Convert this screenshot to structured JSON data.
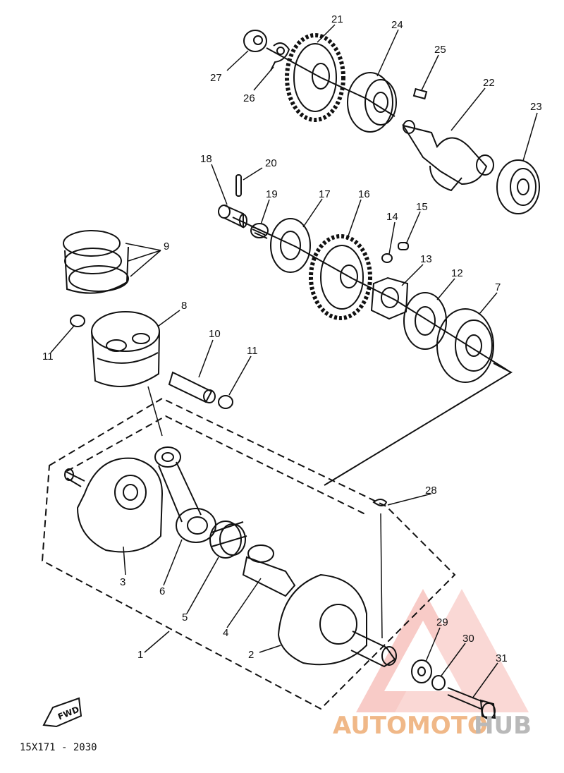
{
  "callouts": [
    {
      "id": "1",
      "text": "1"
    },
    {
      "id": "2",
      "text": "2"
    },
    {
      "id": "3",
      "text": "3"
    },
    {
      "id": "4",
      "text": "4"
    },
    {
      "id": "5",
      "text": "5"
    },
    {
      "id": "6",
      "text": "6"
    },
    {
      "id": "7",
      "text": "7"
    },
    {
      "id": "8",
      "text": "8"
    },
    {
      "id": "9",
      "text": "9"
    },
    {
      "id": "10",
      "text": "10"
    },
    {
      "id": "11a",
      "text": "11"
    },
    {
      "id": "11b",
      "text": "11"
    },
    {
      "id": "12",
      "text": "12"
    },
    {
      "id": "13",
      "text": "13"
    },
    {
      "id": "14",
      "text": "14"
    },
    {
      "id": "15",
      "text": "15"
    },
    {
      "id": "16",
      "text": "16"
    },
    {
      "id": "17",
      "text": "17"
    },
    {
      "id": "18",
      "text": "18"
    },
    {
      "id": "19",
      "text": "19"
    },
    {
      "id": "20",
      "text": "20"
    },
    {
      "id": "21",
      "text": "21"
    },
    {
      "id": "22",
      "text": "22"
    },
    {
      "id": "23",
      "text": "23"
    },
    {
      "id": "24",
      "text": "24"
    },
    {
      "id": "25",
      "text": "25"
    },
    {
      "id": "26",
      "text": "26"
    },
    {
      "id": "27",
      "text": "27"
    },
    {
      "id": "28",
      "text": "28"
    },
    {
      "id": "29",
      "text": "29"
    },
    {
      "id": "30",
      "text": "30"
    },
    {
      "id": "31",
      "text": "31"
    }
  ],
  "footer": {
    "code": "15X171 - 2030",
    "fwd": "FWD"
  },
  "watermark": {
    "part1": "AUTOMOTO",
    "part2": "HUB",
    "color_a": "#e8735a",
    "color_b": "#9a9a9a"
  }
}
